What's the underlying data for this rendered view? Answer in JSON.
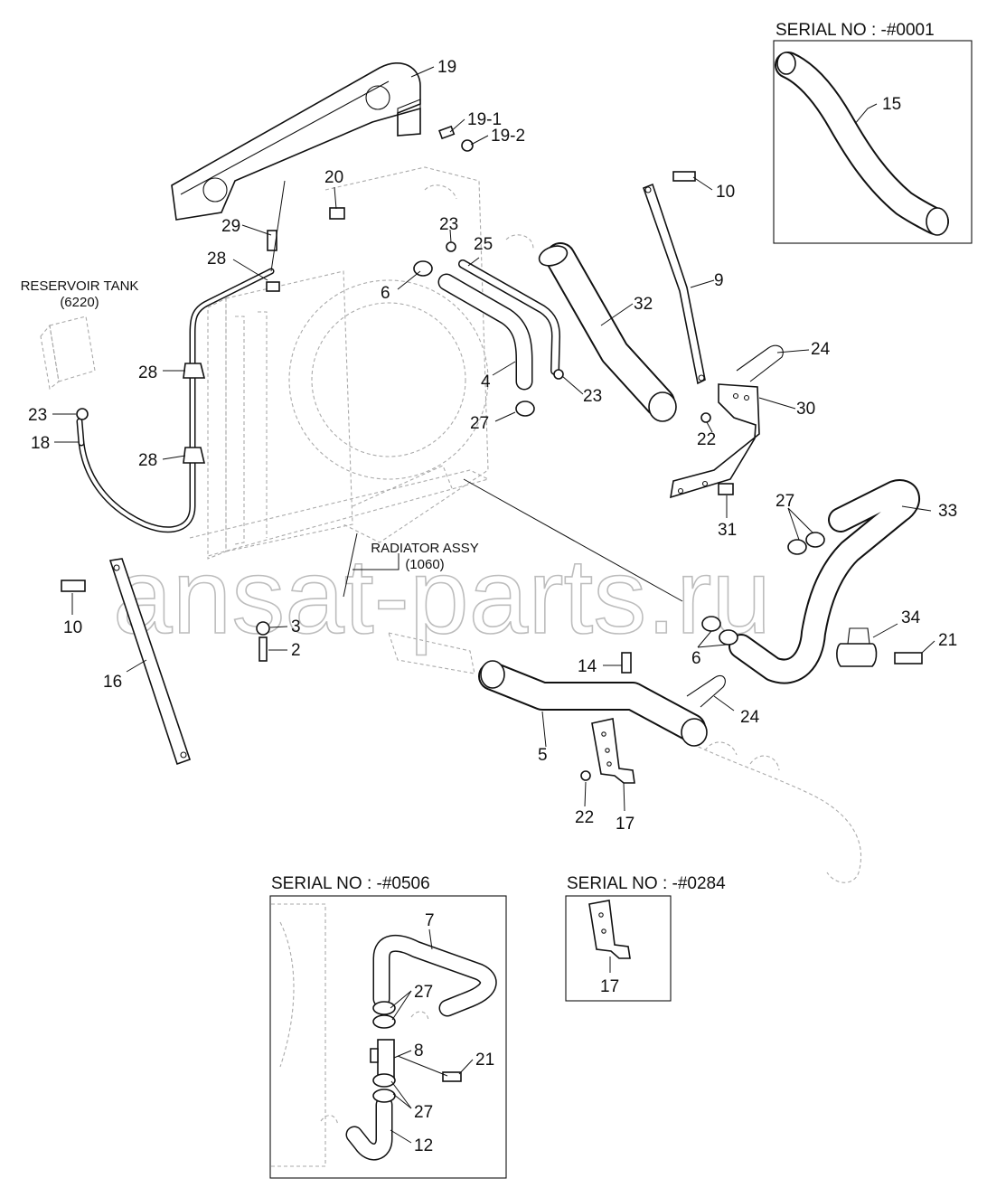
{
  "insets": {
    "serial_0001": "SERIAL NO : -#0001",
    "serial_0506": "SERIAL NO : -#0506",
    "serial_0284": "SERIAL NO : -#0284"
  },
  "notes": {
    "reservoir_tank": "RESERVOIR TANK",
    "reservoir_code": "(6220)",
    "radiator_assy": "RADIATOR ASSY",
    "radiator_code": "(1060)"
  },
  "watermark": "ansat-parts.ru",
  "callouts": {
    "c19": "19",
    "c19_1": "19-1",
    "c19_2": "19-2",
    "c20": "20",
    "c10a": "10",
    "c29": "29",
    "c23a": "23",
    "c25": "25",
    "c28a": "28",
    "c6a": "6",
    "c32": "32",
    "c9": "9",
    "c4": "4",
    "c23b": "23",
    "c24a": "24",
    "c30": "30",
    "c23c": "23",
    "c28b": "28",
    "c27a": "27",
    "c22a": "22",
    "c18": "18",
    "c28c": "28",
    "c27b": "27",
    "c33": "33",
    "c31": "31",
    "c10b": "10",
    "c3": "3",
    "c6b": "6",
    "c34": "34",
    "c21a": "21",
    "c2": "2",
    "c16": "16",
    "c14": "14",
    "c24b": "24",
    "c5": "5",
    "c22b": "22",
    "c17a": "17",
    "c15": "15",
    "c7": "7",
    "c27c": "27",
    "c8": "8",
    "c21b": "21",
    "c27d": "27",
    "c12": "12",
    "c17b": "17"
  }
}
